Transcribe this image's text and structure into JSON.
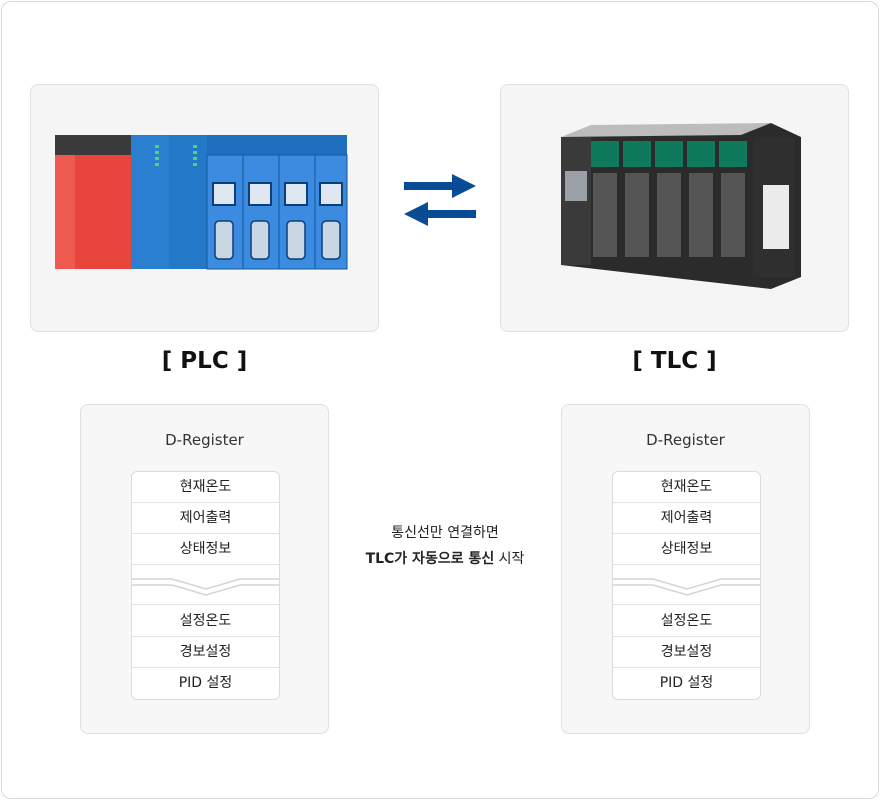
{
  "plc": {
    "title": "[ PLC ]",
    "image_icon": "plc-device-image",
    "register": {
      "title": "D-Register",
      "items_top": [
        "현재온도",
        "제어출력",
        "상태정보"
      ],
      "items_bottom": [
        "설정온도",
        "경보설정",
        "PID 설정"
      ]
    }
  },
  "tlc": {
    "title": "[ TLC ]",
    "image_icon": "tlc-device-image",
    "register": {
      "title": "D-Register",
      "items_top": [
        "현재온도",
        "제어출력",
        "상태정보"
      ],
      "items_bottom": [
        "설정온도",
        "경보설정",
        "PID 설정"
      ]
    }
  },
  "center": {
    "line1": "통신선만 연결하면",
    "line2_bold": "TLC가 자동으로 통신",
    "line2_rest": " 시작"
  },
  "arrow_icon": "bidirectional-arrows-icon",
  "colors": {
    "arrow": "#0a4b96",
    "plc_red": "#e8453c",
    "plc_blue": "#1f6fc0",
    "tlc_green": "#0f7a5b",
    "tlc_body": "#2a2a2a"
  }
}
